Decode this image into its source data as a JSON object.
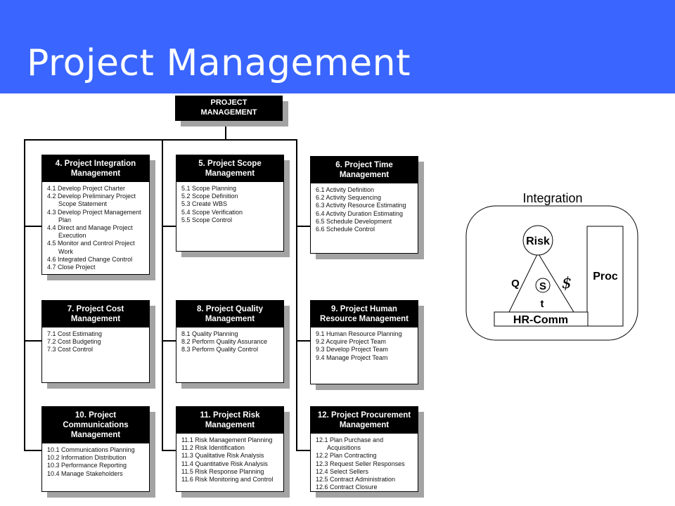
{
  "slide_title": "Project Management",
  "root": {
    "line1": "PROJECT",
    "line2": "MANAGEMENT"
  },
  "areas": [
    {
      "title": [
        "4. Project Integration",
        "Management"
      ],
      "items": [
        [
          "4.1 Develop Project Charter"
        ],
        [
          "4.2 Develop Preliminary Project",
          "Scope Statement"
        ],
        [
          "4.3 Develop Project Management",
          "Plan"
        ],
        [
          "4.4 Direct and Manage Project",
          "Execution"
        ],
        [
          "4.5 Monitor and Control Project",
          "Work"
        ],
        [
          "4.6 Integrated Change Control"
        ],
        [
          "4.7 Close Project"
        ]
      ]
    },
    {
      "title": [
        "5. Project Scope",
        "Management"
      ],
      "items": [
        [
          "5.1 Scope Planning"
        ],
        [
          "5.2 Scope Definition"
        ],
        [
          "5.3 Create WBS"
        ],
        [
          "5.4 Scope Verification"
        ],
        [
          "5.5 Scope Control"
        ]
      ]
    },
    {
      "title": [
        "6. Project Time",
        "Management"
      ],
      "items": [
        [
          "6.1 Activity Definition"
        ],
        [
          "6.2 Activity Sequencing"
        ],
        [
          "6.3 Activity Resource Estimating"
        ],
        [
          "6.4 Activity Duration Estimating"
        ],
        [
          "6.5 Schedule Development"
        ],
        [
          "6.6 Schedule Control"
        ]
      ]
    },
    {
      "title": [
        "7. Project Cost",
        "Management"
      ],
      "items": [
        [
          "7.1 Cost Estimating"
        ],
        [
          "7.2 Cost Budgeting"
        ],
        [
          "7.3 Cost Control"
        ]
      ]
    },
    {
      "title": [
        "8. Project Quality",
        "Management"
      ],
      "items": [
        [
          "8.1 Quality Planning"
        ],
        [
          "8.2 Perform Quality Assurance"
        ],
        [
          "8.3 Perform Quality Control"
        ]
      ]
    },
    {
      "title": [
        "9. Project Human",
        "Resource Management"
      ],
      "items": [
        [
          "9.1 Human Resource Planning"
        ],
        [
          "9.2 Acquire Project Team"
        ],
        [
          "9.3 Develop Project Team"
        ],
        [
          "9.4 Manage Project Team"
        ]
      ]
    },
    {
      "title": [
        "10. Project",
        "Communications",
        "Management"
      ],
      "items": [
        [
          "10.1 Communications Planning"
        ],
        [
          "10.2 Information Distribution"
        ],
        [
          "10.3 Performance Reporting"
        ],
        [
          "10.4 Manage Stakeholders"
        ]
      ]
    },
    {
      "title": [
        "11. Project Risk",
        "Management"
      ],
      "items": [
        [
          "11.1 Risk Management Planning"
        ],
        [
          "11.2 Risk Identification"
        ],
        [
          "11.3 Qualitative Risk Analysis"
        ],
        [
          "11.4 Quantitative Risk Analysis"
        ],
        [
          "11.5 Risk Response Planning"
        ],
        [
          "11.6 Risk Monitoring and Control"
        ]
      ]
    },
    {
      "title": [
        "12. Project Procurement",
        "Management"
      ],
      "items": [
        [
          "12.1 Plan Purchase and",
          "Acquisitions"
        ],
        [
          "12.2 Plan Contracting"
        ],
        [
          "12.3 Request Seller Responses"
        ],
        [
          "12.4 Select Sellers"
        ],
        [
          "12.5 Contract Administration"
        ],
        [
          "12.6 Contract Closure"
        ]
      ]
    }
  ],
  "integration_diagram": {
    "title": "Integration",
    "risk": "Risk",
    "proc": "Proc",
    "quality": "Q",
    "cost": "$",
    "scope": "S",
    "time": "t",
    "hr_comm": "HR-Comm"
  }
}
